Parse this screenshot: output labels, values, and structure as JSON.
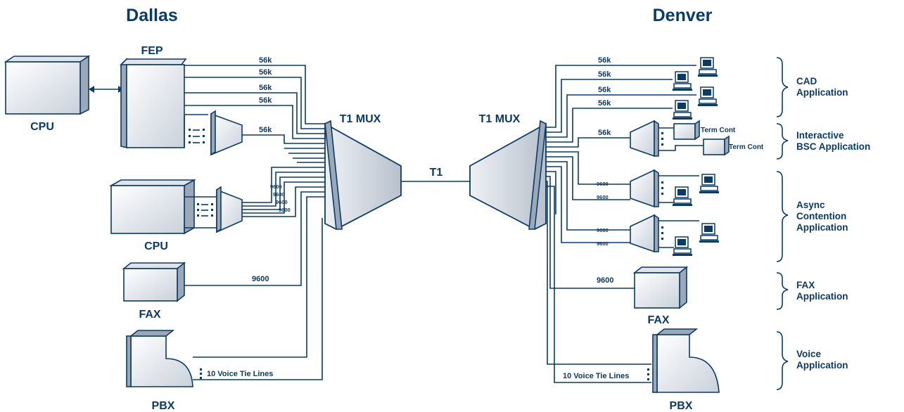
{
  "sites": {
    "left": "Dallas",
    "right": "Denver"
  },
  "devices": {
    "cpu_top": "CPU",
    "fep": "FEP",
    "cpu_bottom": "CPU",
    "fax_left": "FAX",
    "pbx_left": "PBX",
    "fax_right": "FAX",
    "pbx_right": "PBX"
  },
  "mux": {
    "left": "T1 MUX",
    "right": "T1 MUX",
    "link": "T1"
  },
  "left_links": {
    "fep_lines": [
      "56k",
      "56k",
      "56k",
      "56k"
    ],
    "fep_concentrator": "56k",
    "cpu_lines": [
      "9600",
      "9600",
      "9600",
      "9600"
    ],
    "fax": "9600",
    "voice": "10 Voice Tie Lines"
  },
  "right_links": {
    "cad_lines": [
      "56k",
      "56k",
      "56k",
      "56k"
    ],
    "bsc_line": "56k",
    "term_cont": [
      "Term Cont",
      "Term Cont"
    ],
    "async_lines": [
      "9600",
      "9600",
      "9600",
      "9600"
    ],
    "fax": "9600",
    "voice": "10 Voice Tie Lines"
  },
  "applications": [
    {
      "label": "CAD\nApplication"
    },
    {
      "label": "Interactive\nBSC Application"
    },
    {
      "label": "Async\nContention\nApplication"
    },
    {
      "label": "FAX\nApplication"
    },
    {
      "label": "Voice\nApplication"
    }
  ]
}
